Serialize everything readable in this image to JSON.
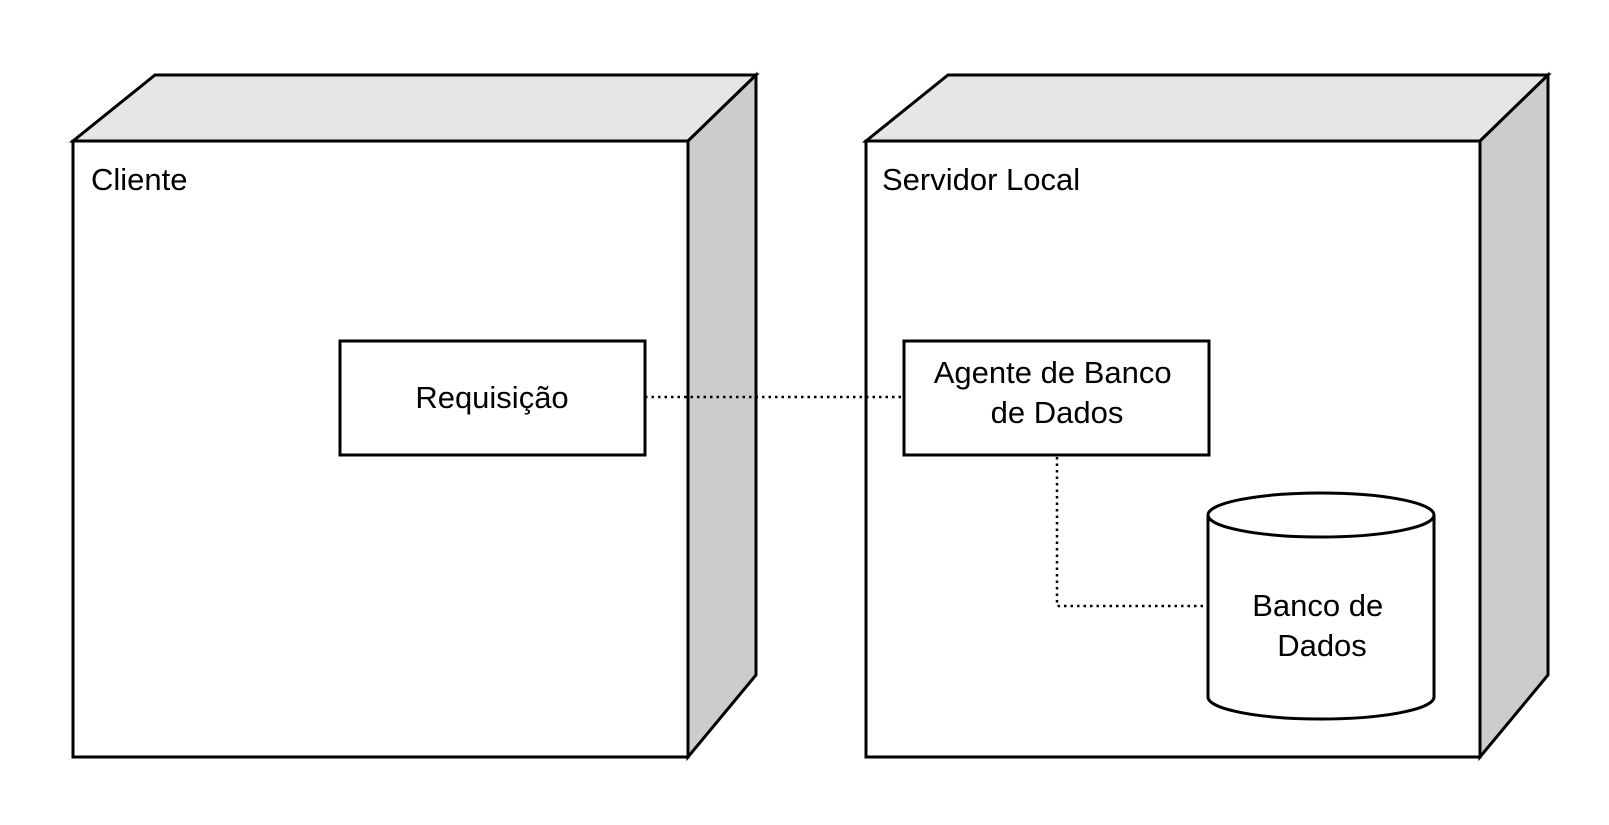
{
  "diagram": {
    "nodes": {
      "client": {
        "label": "Cliente"
      },
      "server": {
        "label": "Servidor Local"
      }
    },
    "components": {
      "request": {
        "label": "Requisição"
      },
      "db_agent": {
        "label_lines": [
          "Agente de Banco",
          "de Dados"
        ]
      },
      "database": {
        "label_lines": [
          "Banco de",
          "Dados"
        ]
      }
    },
    "colors": {
      "node_top": "#e6e6e6",
      "node_side": "#cccccc",
      "stroke": "#000000",
      "background": "#ffffff"
    }
  }
}
